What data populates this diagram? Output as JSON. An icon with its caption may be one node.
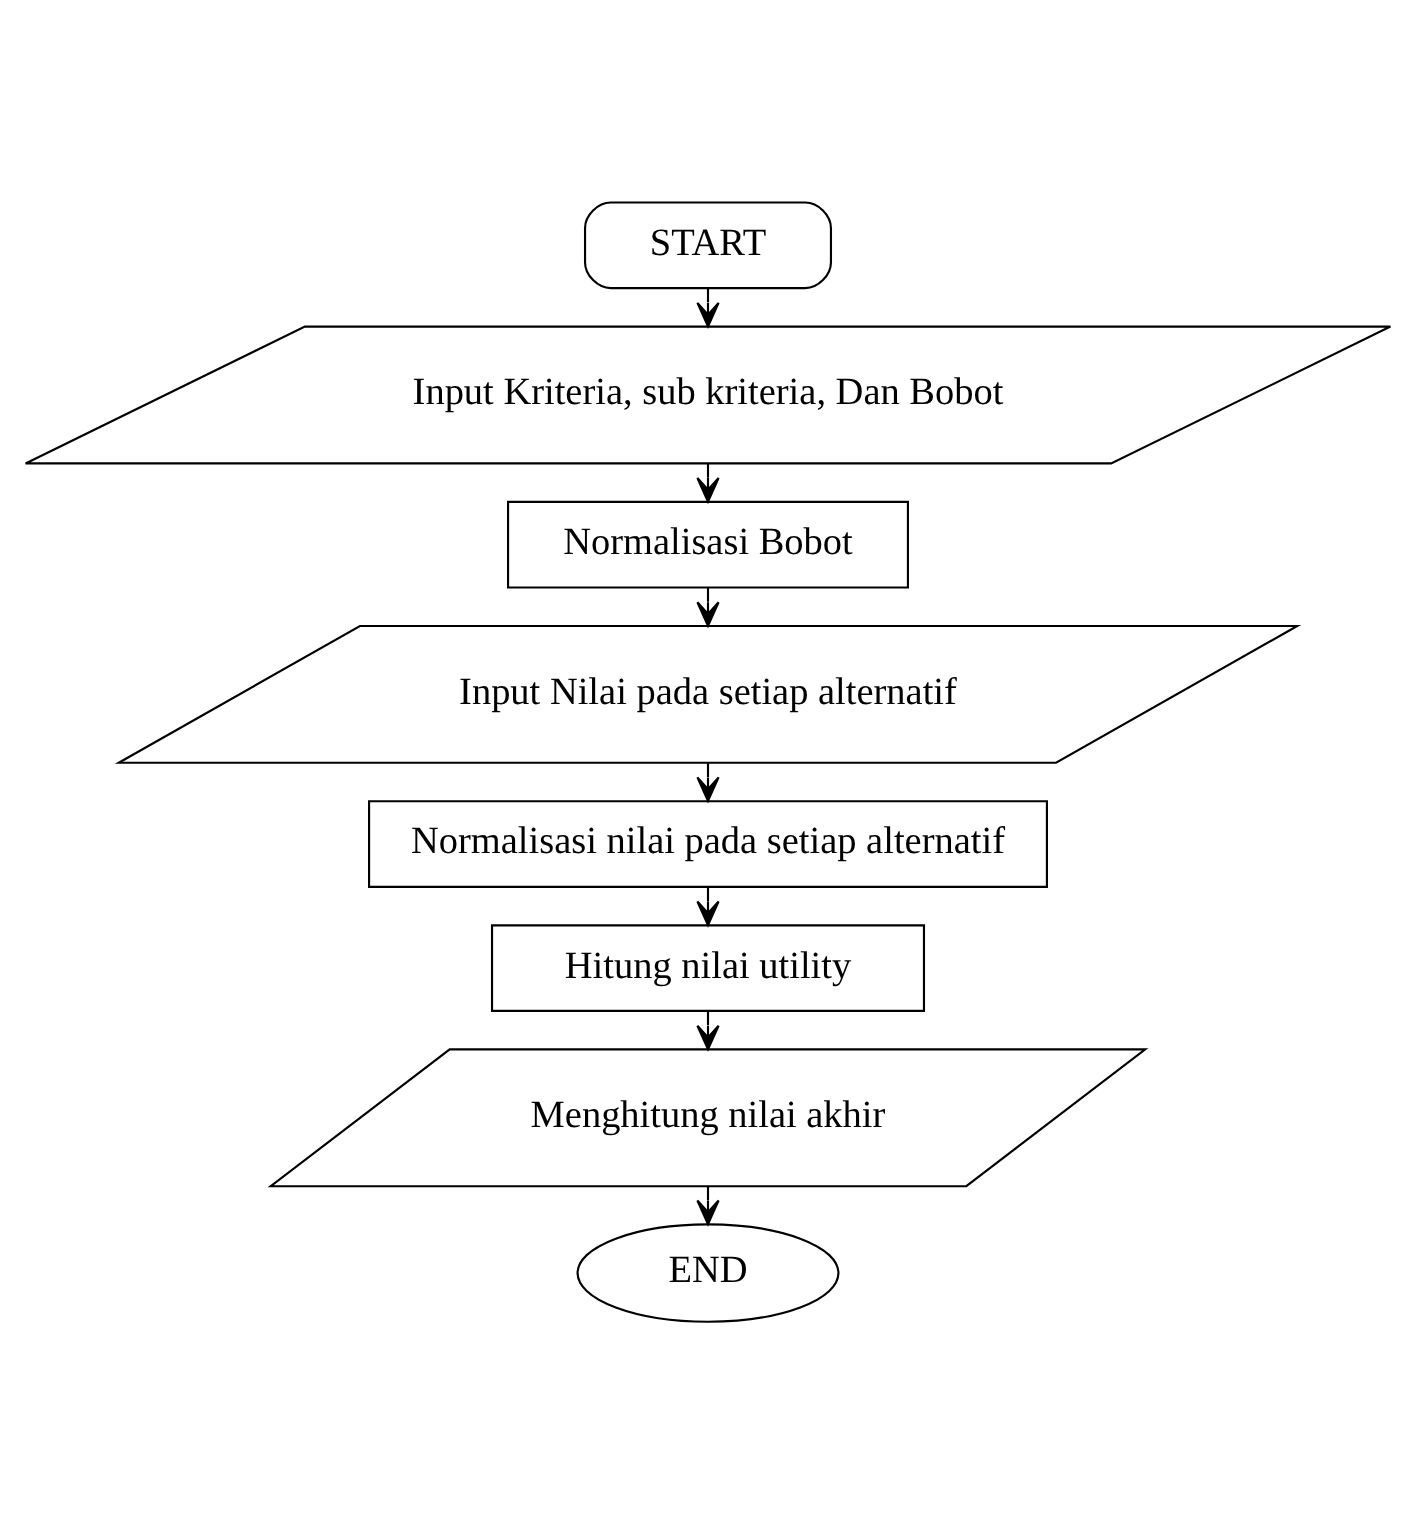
{
  "diagram": {
    "nodes": [
      {
        "text": [
          "START"
        ]
      },
      {
        "text": [
          "Input Kriteria, sub kriteria, Dan Bobot"
        ]
      },
      {
        "text": [
          "Normalisasi Bobot"
        ]
      },
      {
        "text": [
          "Input Nilai pada setiap alternatif"
        ]
      },
      {
        "text": [
          "Normalisasi nilai pada setiap alternatif"
        ]
      },
      {
        "text": [
          "Hitung nilai utility"
        ]
      },
      {
        "text": [
          "Menghitung nilai akhir"
        ]
      },
      {
        "text": [
          "END"
        ]
      }
    ],
    "edges": [
      {
        "from": 0,
        "to": 1,
        "arrow": "to"
      },
      {
        "from": 1,
        "to": 2,
        "arrow": "to"
      },
      {
        "from": 2,
        "to": 3,
        "arrow": "to"
      },
      {
        "from": 3,
        "to": 4,
        "arrow": "to"
      },
      {
        "from": 4,
        "to": 5,
        "arrow": "to"
      },
      {
        "from": 5,
        "to": 6,
        "arrow": "to"
      },
      {
        "from": 6,
        "to": 7,
        "arrow": "to"
      }
    ]
  }
}
